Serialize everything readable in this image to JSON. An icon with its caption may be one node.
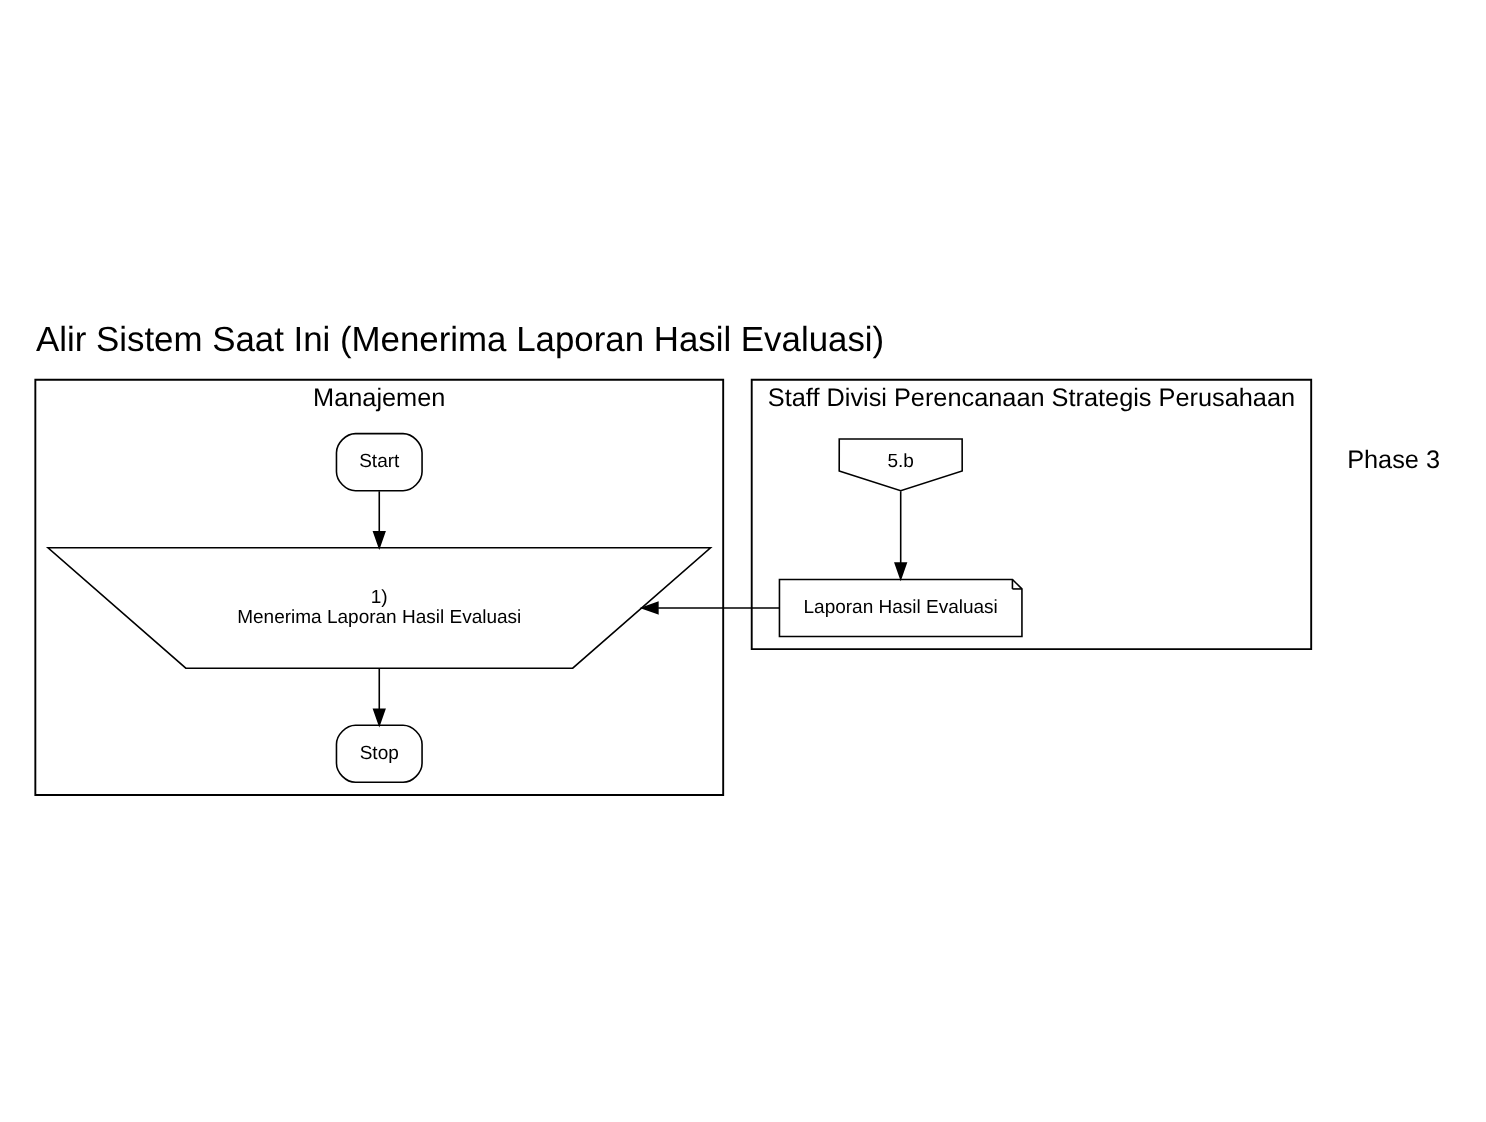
{
  "diagram": {
    "title": "Alir Sistem Saat Ini (Menerima Laporan Hasil Evaluasi)",
    "nodes": [
      {
        "text": [
          "Manajemen"
        ]
      },
      {
        "text": [
          "Staff Divisi Perencanaan Strategis Perusahaan"
        ]
      },
      {
        "text": [
          "Start"
        ],
        "in": 0
      },
      {
        "text": [
          "1)",
          "Menerima Laporan Hasil Evaluasi"
        ],
        "in": 0
      },
      {
        "text": [
          "Stop"
        ],
        "in": 0
      },
      {
        "text": [
          "5.b"
        ],
        "in": 1
      },
      {
        "text": [
          "Laporan Hasil Evaluasi"
        ],
        "in": 1
      }
    ],
    "edges": [
      {
        "from": 2,
        "to": 3,
        "arrow": "to"
      },
      {
        "from": 3,
        "to": 4,
        "arrow": "to"
      },
      {
        "from": 5,
        "to": 6,
        "arrow": "to"
      },
      {
        "from": 6,
        "to": 3,
        "arrow": "to"
      }
    ],
    "labels": [
      "Phase 3"
    ]
  }
}
